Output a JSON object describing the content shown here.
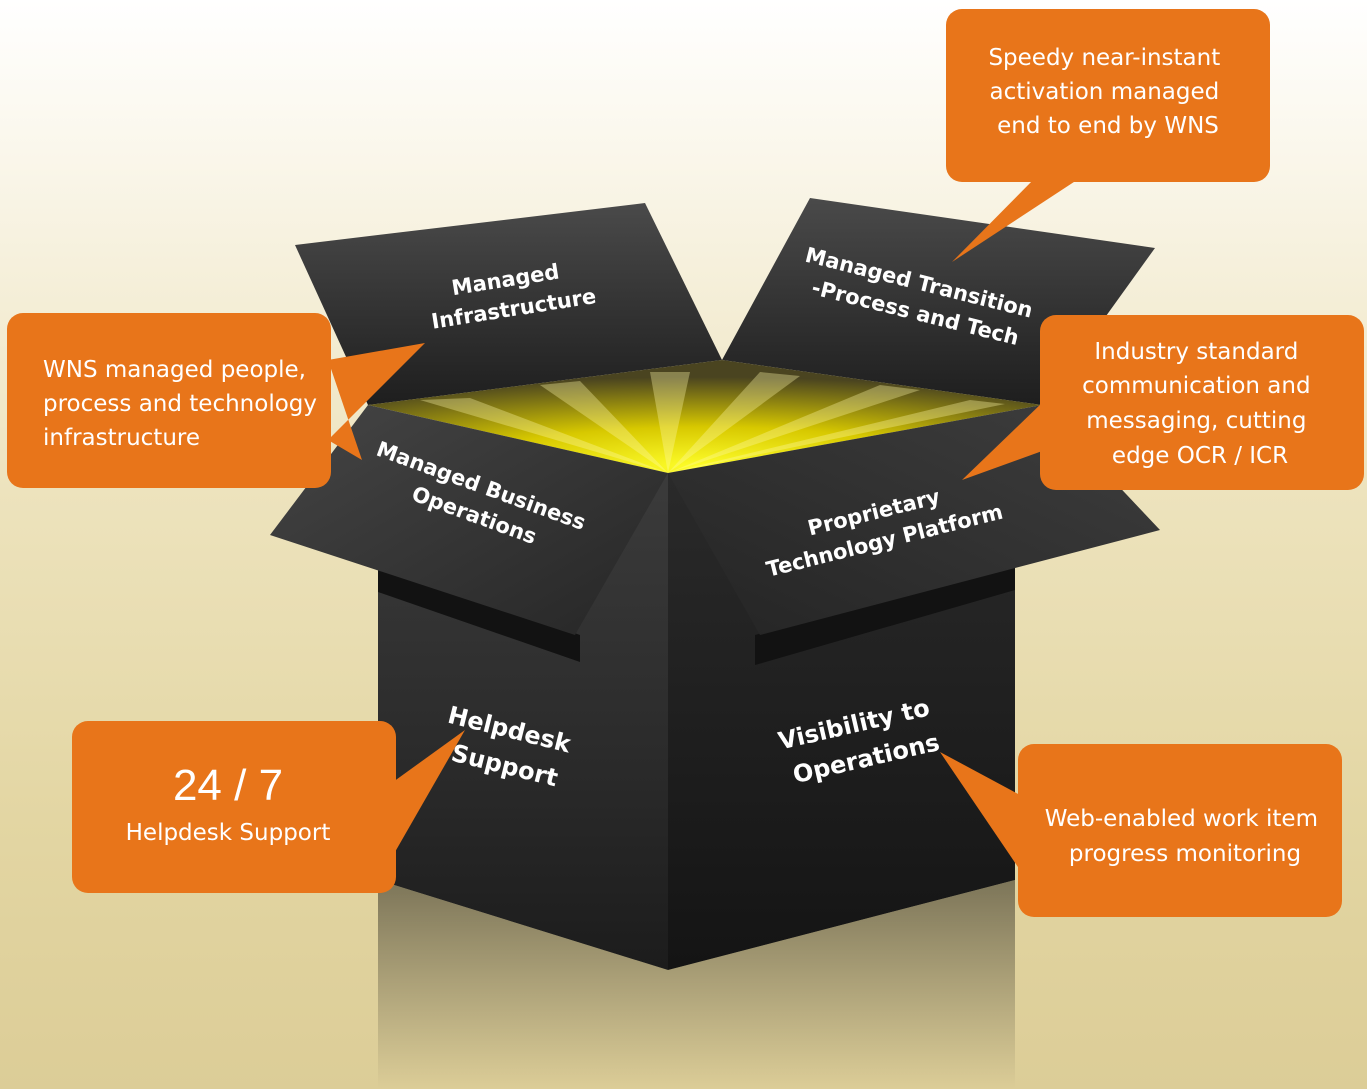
{
  "box": {
    "flap_back_left": [
      "Managed",
      "Infrastructure"
    ],
    "flap_back_right": [
      "Managed Transition",
      "-Process and Tech"
    ],
    "flap_front_left": [
      "Managed Business",
      "Operations"
    ],
    "flap_front_right": [
      "Proprietary",
      "Technology Platform"
    ],
    "face_left": [
      "Helpdesk",
      "Support"
    ],
    "face_right": [
      "Visibility to",
      "Operations"
    ]
  },
  "callouts": {
    "activation": [
      "Speedy near-instant",
      "activation managed",
      "end to end by WNS"
    ],
    "infrastructure": [
      "WNS managed people,",
      "process and technology",
      "infrastructure"
    ],
    "messaging": [
      "Industry standard",
      "communication and",
      "messaging, cutting",
      "edge OCR / ICR"
    ],
    "helpdesk": {
      "big": "24 / 7",
      "small": "Helpdesk Support"
    },
    "monitoring": [
      "Web-enabled work item",
      "progress monitoring"
    ]
  },
  "colors": {
    "callout": "#e8751a",
    "box_dark": "#2c2c2c",
    "glow": "#f2e600"
  }
}
